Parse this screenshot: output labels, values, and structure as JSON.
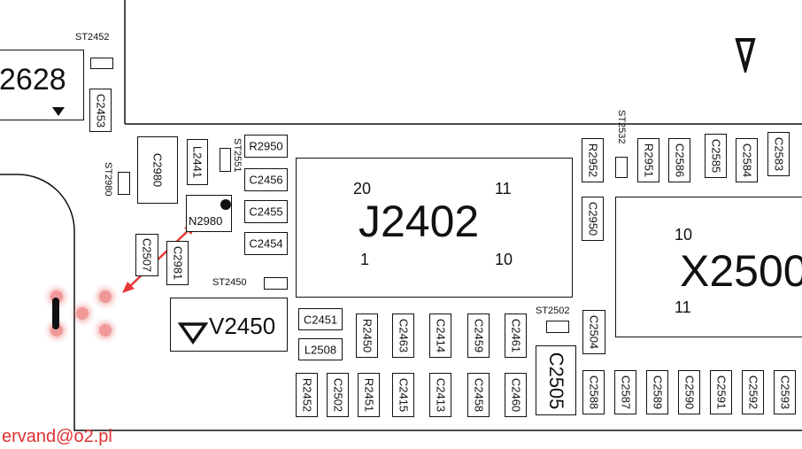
{
  "labels": {
    "st2452": "ST2452",
    "u2628": "2628",
    "c2453": "C2453",
    "st2980": "ST2980",
    "c2980": "C2980",
    "l2441": "L2441",
    "st2551": "ST2551",
    "r2950": "R2950",
    "c2456": "C2456",
    "c2455": "C2455",
    "c2454": "C2454",
    "n2980": "N2980",
    "c2507": "C2507",
    "c2981": "C2981",
    "st2450": "ST2450",
    "v2450": "V2450",
    "j2402": "J2402",
    "j_pin20": "20",
    "j_pin11": "11",
    "j_pin1": "1",
    "j_pin10": "10",
    "c2451": "C2451",
    "l2508": "L2508",
    "r2450": "R2450",
    "c2463": "C2463",
    "c2414": "C2414",
    "c2459": "C2459",
    "c2461": "C2461",
    "r2452": "R2452",
    "c2502": "C2502",
    "r2451": "R2451",
    "c2415": "C2415",
    "c2413": "C2413",
    "c2458": "C2458",
    "c2460": "C2460",
    "st2532": "ST2532",
    "r2952": "R2952",
    "r2951": "R2951",
    "c2586": "C2586",
    "c2585": "C2585",
    "c2584": "C2584",
    "c2583": "C2583",
    "c2950": "C2950",
    "st2502": "ST2502",
    "c2504": "C2504",
    "c2505": "C2505",
    "c2588": "C2588",
    "c2587": "C2587",
    "c2589": "C2589",
    "c2590": "C2590",
    "c2591": "C2591",
    "c2592": "C2592",
    "c2593": "C2593",
    "x2500": "X2500",
    "x_pin10": "10",
    "x_pin11": "11",
    "watermark": "ervand@o2.pl"
  },
  "colors": {
    "line": "#111111",
    "arrow": "#e53935",
    "marker": "#e64646",
    "watermark": "#e03030"
  }
}
